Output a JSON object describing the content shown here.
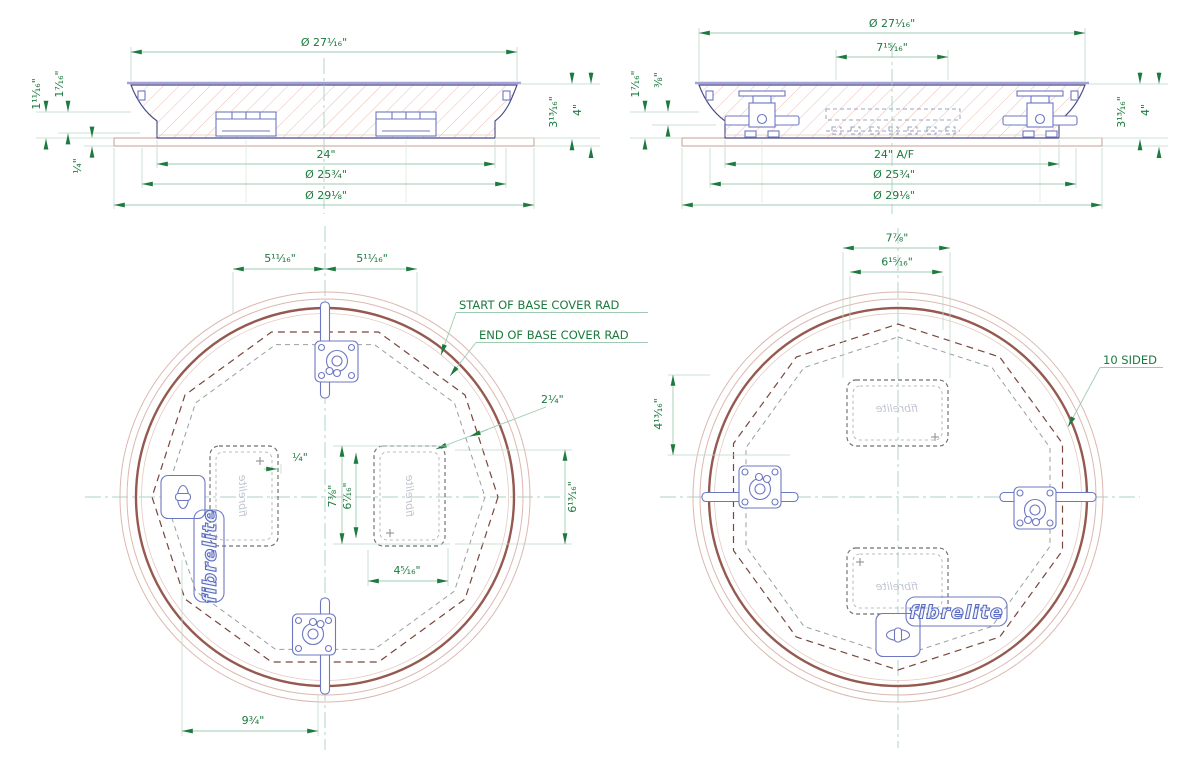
{
  "drawing": {
    "type": "manhole-cover-technical-drawing",
    "colors": {
      "dimension_green": "#1c7a3e",
      "dim_line_green": "#9fcbb3",
      "hardware_blue": "#6d78c2",
      "ring_brown": "#96594f",
      "hatch_pink": "#ecbdb3",
      "dashed_base_red": "#7a463d"
    }
  },
  "section_left": {
    "dia_top": "Ø 27¹⁄₁₆\"",
    "thk_1": "1¹¹⁄₁₆\"",
    "thk_2": "1⁷⁄₁₆\"",
    "thk_3": "¼\"",
    "open_24": "24\"",
    "dia_2534": "Ø 25¾\"",
    "dia_2918": "Ø 29⅛\"",
    "h_31316": "3¹³⁄₁₆\"",
    "h_4": "4\""
  },
  "section_right": {
    "dia_top": "Ø 27¹⁄₁₆\"",
    "w_71516": "7¹⁵⁄₁₆\"",
    "thk_1": "1⁷⁄₁₆\"",
    "thk_2": "⅜\"",
    "open_24af": "24\" A/F",
    "dia_2534": "Ø 25¾\"",
    "dia_2918": "Ø 29⅛\"",
    "h_31316": "3¹³⁄₁₆\"",
    "h_4": "4\""
  },
  "plan_left": {
    "off_left": "5¹¹⁄₁₆\"",
    "off_right": "5¹¹⁄₁₆\"",
    "callout_start": "START OF BASE COVER RAD",
    "callout_end": "END OF BASE COVER RAD",
    "gap_214": "2¼\"",
    "gap_14": "¼\"",
    "v_738": "7⅜\"",
    "v_6716": "6⁷⁄₁₆\"",
    "v_61316": "6¹³⁄₁₆\"",
    "w_4516": "4⁵⁄₁₆\"",
    "w_934": "9¾\"",
    "logo": "fibrelite",
    "molded_text": "fibrelite"
  },
  "plan_right": {
    "w_778": "7⅞\"",
    "w_61516": "6¹⁵⁄₁₆\"",
    "callout_10sided": "10 SIDED",
    "v_41316": "4¹³⁄₁₆\"",
    "logo": "fibrelite",
    "molded_text": "fibrelite"
  }
}
